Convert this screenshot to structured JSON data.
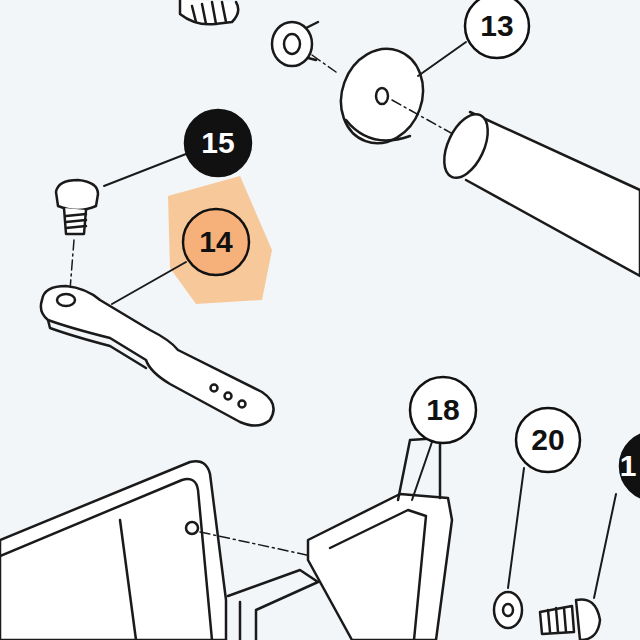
{
  "diagram": {
    "nodes": [
      {
        "text": [
          "13"
        ]
      },
      {
        "text": [
          "15"
        ]
      },
      {
        "text": [
          "14"
        ]
      },
      {
        "text": [
          "18"
        ]
      },
      {
        "text": [
          "20"
        ]
      },
      {
        "text": [
          "1"
        ]
      }
    ]
  }
}
